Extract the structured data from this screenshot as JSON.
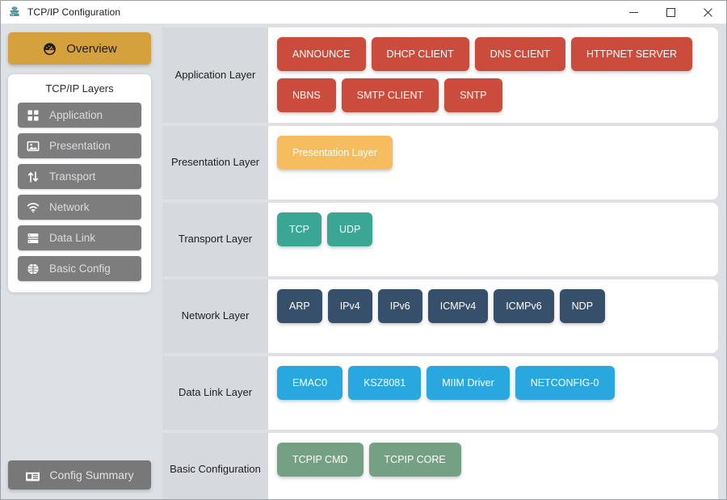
{
  "window": {
    "title": "TCP/IP Configuration",
    "icon": "app-globe-icon",
    "controls": {
      "minimize": "minimize-icon",
      "maximize": "maximize-icon",
      "close": "close-icon"
    }
  },
  "sidebar": {
    "overview": {
      "label": "Overview",
      "icon": "dashboard-icon",
      "color": "#d4a13c"
    },
    "layers_card_title": "TCP/IP Layers",
    "nav_items": [
      {
        "label": "Application",
        "icon": "grid-icon"
      },
      {
        "label": "Presentation",
        "icon": "image-icon"
      },
      {
        "label": "Transport",
        "icon": "arrows-updown-icon"
      },
      {
        "label": "Network",
        "icon": "wifi-icon"
      },
      {
        "label": "Data Link",
        "icon": "server-icon"
      },
      {
        "label": "Basic Config",
        "icon": "globe-icon"
      }
    ],
    "config_summary": {
      "label": "Config Summary",
      "icon": "window-list-icon"
    }
  },
  "main": {
    "rows": [
      {
        "label": "Application Layer",
        "color": "#cb4c3c",
        "chips": [
          "ANNOUNCE",
          "DHCP CLIENT",
          "DNS CLIENT",
          "HTTPNET SERVER",
          "NBNS",
          "SMTP CLIENT",
          "SNTP"
        ]
      },
      {
        "label": "Presentation Layer",
        "color": "#f5bd5e",
        "chips": [
          "Presentation Layer"
        ]
      },
      {
        "label": "Transport Layer",
        "color": "#3aa795",
        "chips": [
          "TCP",
          "UDP"
        ]
      },
      {
        "label": "Network Layer",
        "color": "#36506b",
        "chips": [
          "ARP",
          "IPv4",
          "IPv6",
          "ICMPv4",
          "ICMPv6",
          "NDP"
        ]
      },
      {
        "label": "Data Link Layer",
        "color": "#29a8df",
        "chips": [
          "EMAC0",
          "KSZ8081",
          "MIIM Driver",
          "NETCONFIG-0"
        ]
      },
      {
        "label": "Basic Configuration",
        "color": "#74a184",
        "chips": [
          "TCPIP CMD",
          "TCPIP CORE"
        ]
      }
    ]
  }
}
